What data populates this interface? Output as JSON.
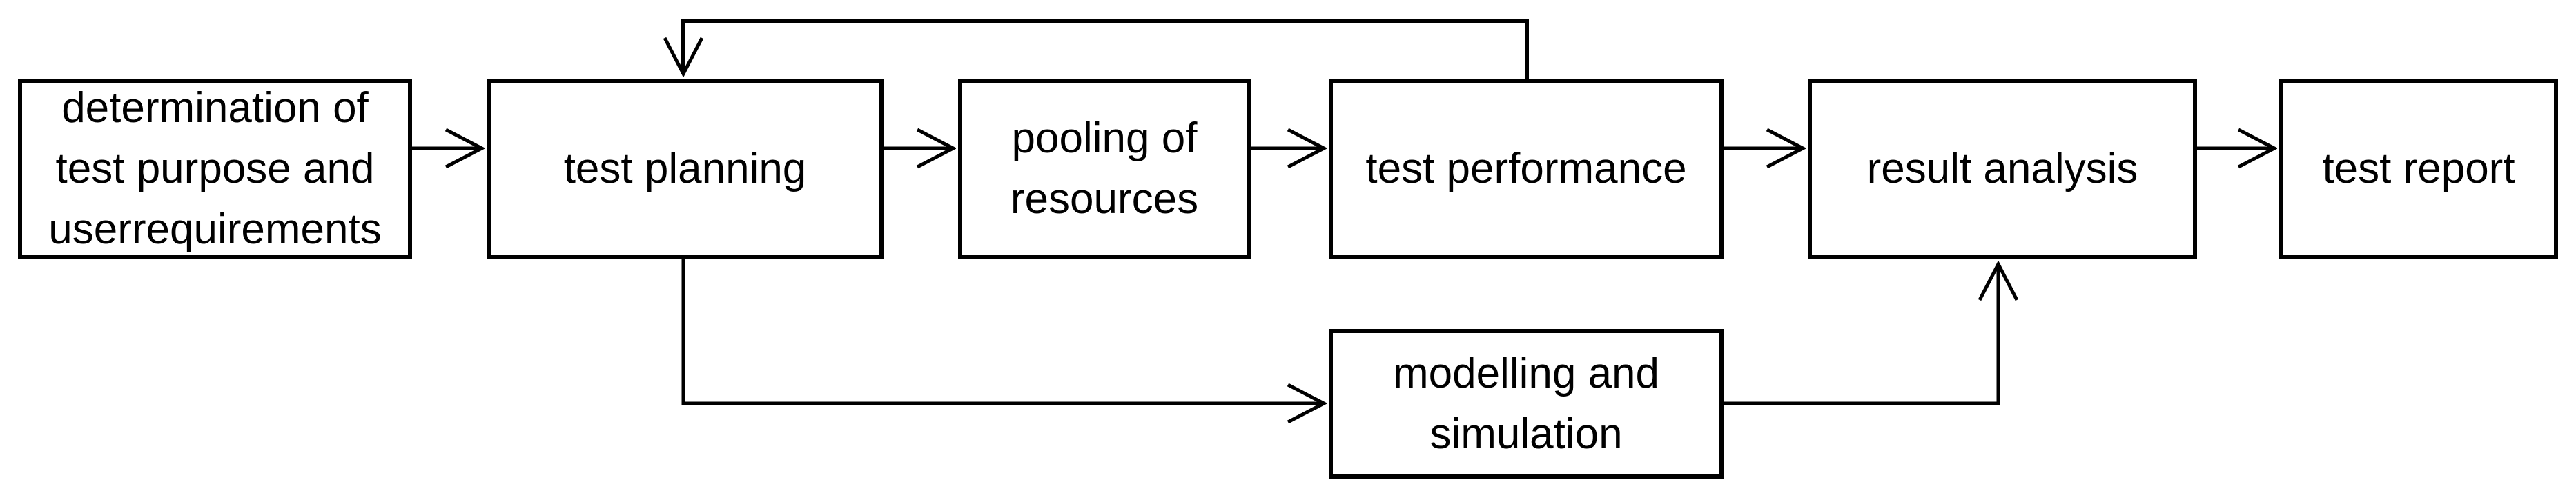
{
  "diagram": {
    "background_color": "#ffffff",
    "stroke_color": "#000000",
    "nodes": {
      "determination": {
        "label": "determination of test purpose and userrequirements",
        "line1": "determination of",
        "line2": "test purpose and",
        "line3": "userrequirements"
      },
      "planning": {
        "label": "test planning",
        "line1": "test planning"
      },
      "pooling": {
        "label": "pooling of resources",
        "line1": "pooling of",
        "line2": "resources"
      },
      "performance": {
        "label": "test performance",
        "line1": "test performance"
      },
      "analysis": {
        "label": "result analysis",
        "line1": "result analysis"
      },
      "report": {
        "label": "test report",
        "line1": "test report"
      },
      "modelling": {
        "label": "modelling and simulation",
        "line1": "modelling and",
        "line2": "simulation"
      }
    },
    "edges": [
      {
        "from": "determination",
        "to": "planning",
        "style": "straight-right"
      },
      {
        "from": "planning",
        "to": "pooling",
        "style": "straight-right"
      },
      {
        "from": "pooling",
        "to": "performance",
        "style": "straight-right"
      },
      {
        "from": "performance",
        "to": "analysis",
        "style": "straight-right"
      },
      {
        "from": "analysis",
        "to": "report",
        "style": "straight-right"
      },
      {
        "from": "performance",
        "to": "planning",
        "style": "feedback-over-top"
      },
      {
        "from": "planning",
        "to": "modelling",
        "style": "elbow-down-right"
      },
      {
        "from": "modelling",
        "to": "analysis",
        "style": "elbow-right-up"
      }
    ]
  }
}
